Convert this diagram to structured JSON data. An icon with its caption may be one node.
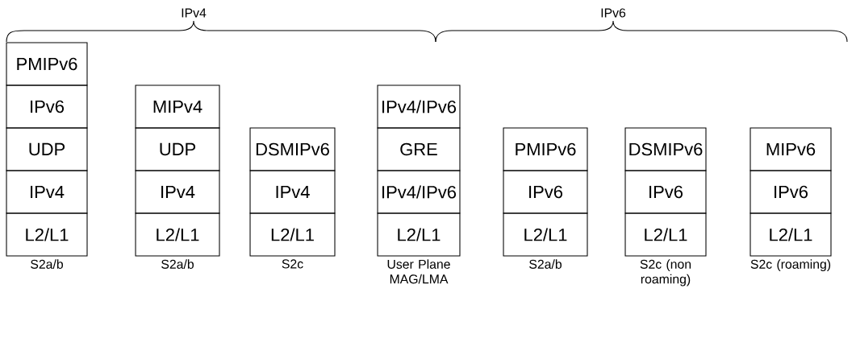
{
  "diagram": {
    "nodes": [
      {
        "text": [
          "PMIPv6"
        ]
      },
      {
        "text": [
          "IPv6"
        ]
      },
      {
        "text": [
          "UDP"
        ]
      },
      {
        "text": [
          "IPv4"
        ]
      },
      {
        "text": [
          "L2/L1"
        ]
      },
      {
        "text": [
          "MIPv4"
        ]
      },
      {
        "text": [
          "UDP"
        ]
      },
      {
        "text": [
          "IPv4"
        ]
      },
      {
        "text": [
          "L2/L1"
        ]
      },
      {
        "text": [
          "DSMIPv6"
        ]
      },
      {
        "text": [
          "IPv4"
        ]
      },
      {
        "text": [
          "L2/L1"
        ]
      },
      {
        "text": [
          "IPv4/IPv6"
        ]
      },
      {
        "text": [
          "GRE"
        ]
      },
      {
        "text": [
          "IPv4/IPv6"
        ]
      },
      {
        "text": [
          "L2/L1"
        ]
      },
      {
        "text": [
          "PMIPv6"
        ]
      },
      {
        "text": [
          "IPv6"
        ]
      },
      {
        "text": [
          "L2/L1"
        ]
      },
      {
        "text": [
          "DSMIPv6"
        ]
      },
      {
        "text": [
          "IPv6"
        ]
      },
      {
        "text": [
          "L2/L1"
        ]
      },
      {
        "text": [
          "MIPv6"
        ]
      },
      {
        "text": [
          "IPv6"
        ]
      },
      {
        "text": [
          "L2/L1"
        ]
      }
    ],
    "edges": [],
    "labels": [
      "IPv4",
      "IPv6",
      "S2a/b",
      "S2a/b",
      "S2c",
      "User Plane MAG/LMA",
      "S2a/b",
      "S2c (non roaming)",
      "S2c (roaming)"
    ]
  }
}
